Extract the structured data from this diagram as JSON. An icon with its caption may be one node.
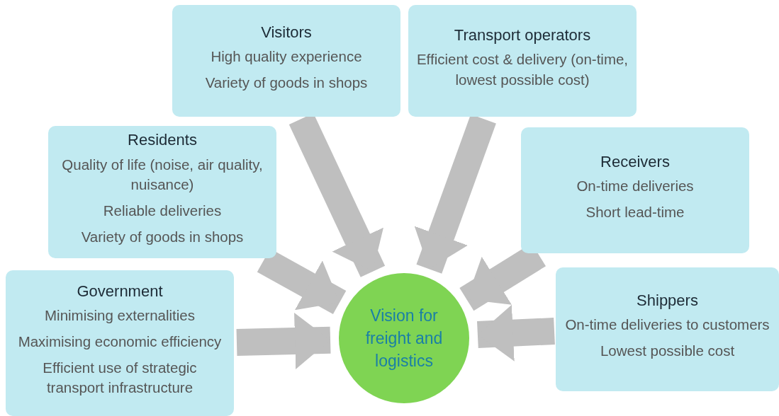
{
  "diagram": {
    "nodes": [
      {
        "text": [
          "Visitors",
          "High quality experience",
          "Variety of goods in shops"
        ]
      },
      {
        "text": [
          "Transport operators",
          "Efficient cost & delivery (on-time, lowest possible cost)"
        ]
      },
      {
        "text": [
          "Residents",
          "Quality of life (noise, air quality, nuisance)",
          "Reliable deliveries",
          "Variety of goods in shops"
        ]
      },
      {
        "text": [
          "Receivers",
          "On-time deliveries",
          "Short lead-time"
        ]
      },
      {
        "text": [
          "Government",
          "Minimising externalities",
          "Maximising economic efficiency",
          "Efficient use of strategic transport infrastructure"
        ]
      },
      {
        "text": [
          "Vision for freight and logistics"
        ]
      },
      {
        "text": [
          "Shippers",
          "On-time deliveries to customers",
          "Lowest possible cost"
        ]
      }
    ],
    "edges": [
      {
        "from": 0,
        "to": 5,
        "arrow": "to"
      },
      {
        "from": 1,
        "to": 5,
        "arrow": "to"
      },
      {
        "from": 2,
        "to": 5,
        "arrow": "to"
      },
      {
        "from": 3,
        "to": 5,
        "arrow": "to"
      },
      {
        "from": 4,
        "to": 5,
        "arrow": "to"
      },
      {
        "from": 6,
        "to": 5,
        "arrow": "to"
      }
    ]
  }
}
